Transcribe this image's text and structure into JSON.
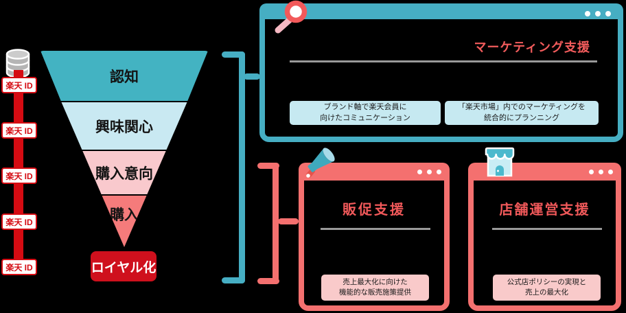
{
  "background": "#000000",
  "palette": {
    "teal": "#46aec3",
    "coral": "#f4706f",
    "rail_red": "#d50b12",
    "loyal_red": "#cf101d",
    "funnel_stage1": "#43b3c2",
    "funnel_stage2": "#c9e9f2",
    "funnel_stage3": "#f9c9cd",
    "funnel_stage4": "#f57b7b",
    "light_blue_box": "#c6e9f1",
    "pink_box": "#f9caca",
    "title_red": "#f25c5c",
    "divider_gray": "#999999"
  },
  "left_rail": {
    "database_icon": "database-icon",
    "id_badges": [
      "楽天 ID",
      "楽天 ID",
      "楽天 ID",
      "楽天 ID",
      "楽天 ID"
    ]
  },
  "funnel": {
    "stages": [
      {
        "label": "認知"
      },
      {
        "label": "興味関心"
      },
      {
        "label": "購入意向"
      },
      {
        "label": "購入"
      }
    ],
    "result_label": "ロイヤル化"
  },
  "marketing_window": {
    "icon": "magnifier-icon",
    "title": "マーケティング支援",
    "boxes": [
      {
        "line1": "ブランド軸で楽天会員に",
        "line2": "向けたコミュニケーション"
      },
      {
        "line1": "「楽天市場」内でのマーケティングを",
        "line2": "統合的にプランニング"
      }
    ]
  },
  "promotion_window": {
    "icon": "megaphone-icon",
    "title": "販促支援",
    "box": {
      "line1": "売上最大化に向けた",
      "line2": "機能的な販売施策提供"
    }
  },
  "store_window": {
    "icon": "storefront-icon",
    "title": "店舗運営支援",
    "box": {
      "line1": "公式店ポリシーの実現と",
      "line2": "売上の最大化"
    }
  }
}
